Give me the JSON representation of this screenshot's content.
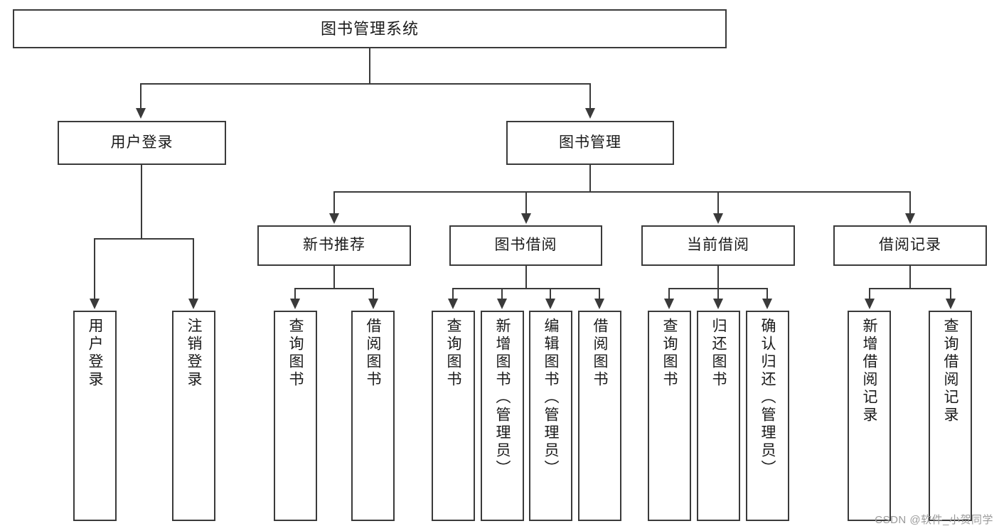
{
  "diagram": {
    "type": "tree",
    "title": "图书管理系统",
    "orientation": "top-down",
    "colors": {
      "box_border": "#3a3a3a",
      "box_fill": "#ffffff",
      "connector": "#3a3a3a",
      "text": "#1a1a1a",
      "watermark": "#9a9a9a"
    }
  },
  "root": {
    "label": "图书管理系统"
  },
  "level2": [
    {
      "label": "用户登录"
    },
    {
      "label": "图书管理"
    }
  ],
  "level3": [
    {
      "label": "新书推荐"
    },
    {
      "label": "图书借阅"
    },
    {
      "label": "当前借阅"
    },
    {
      "label": "借阅记录"
    }
  ],
  "leaves": {
    "user_login": [
      {
        "label": "用户登录"
      },
      {
        "label": "注销登录"
      }
    ],
    "new_book_recommend": [
      {
        "label": "查询图书"
      },
      {
        "label": "借阅图书"
      }
    ],
    "book_borrow": [
      {
        "label": "查询图书"
      },
      {
        "label": "新增图书（管理员）"
      },
      {
        "label": "编辑图书（管理员）"
      },
      {
        "label": "借阅图书"
      }
    ],
    "current_borrow": [
      {
        "label": "查询图书"
      },
      {
        "label": "归还图书"
      },
      {
        "label": "确认归还（管理员）"
      }
    ],
    "borrow_record": [
      {
        "label": "新增借阅记录"
      },
      {
        "label": "查询借阅记录"
      }
    ]
  },
  "watermark": {
    "text": "CSDN @软件_小贺同学"
  }
}
